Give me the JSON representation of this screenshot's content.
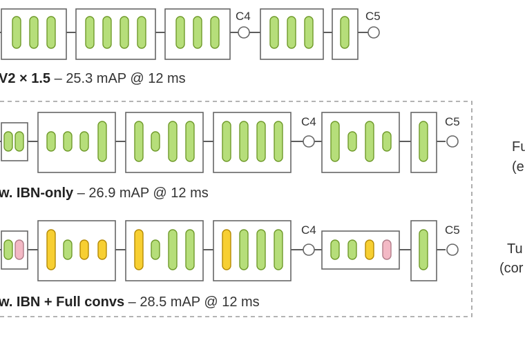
{
  "colors": {
    "ibn": "#b6de7a",
    "full_conv": "#f7cf32",
    "tucker": "#f3b9c5",
    "block_stroke": "#666666",
    "line": "#444444",
    "dashed_frame": "#9a9a9a"
  },
  "rows": [
    {
      "id": "mobilenetv2",
      "caption": {
        "model": "V2 × 1.5",
        "sep": " – ",
        "result": "25.3 mAP @ 12 ms"
      },
      "stage_labels": [
        "C4",
        "C5"
      ],
      "groups": [
        [
          "ibn",
          "ibn",
          "ibn"
        ],
        [
          "ibn",
          "ibn",
          "ibn",
          "ibn"
        ],
        [
          "ibn",
          "ibn",
          "ibn"
        ],
        [
          "ibn",
          "ibn",
          "ibn"
        ],
        [
          "ibn"
        ]
      ]
    },
    {
      "id": "ibn-only",
      "caption": {
        "model": "w. IBN-only",
        "sep": " – ",
        "result": "26.9 mAP @ 12 ms"
      },
      "stage_labels": [
        "C4",
        "C5"
      ],
      "groups": [
        [
          "ibn",
          "ibn"
        ],
        [
          "ibn",
          "ibn",
          "ibn",
          "ibn"
        ],
        [
          "ibn",
          "ibn",
          "ibn",
          "ibn"
        ],
        [
          "ibn",
          "ibn",
          "ibn",
          "ibn"
        ],
        [
          "ibn",
          "ibn",
          "ibn",
          "ibn"
        ],
        [
          "ibn"
        ]
      ]
    },
    {
      "id": "ibn-full",
      "caption": {
        "model": "w. IBN + Full convs",
        "sep": " – ",
        "result": "28.5 mAP @ 12 ms"
      },
      "stage_labels": [
        "C4",
        "C5"
      ],
      "groups": [
        [
          "ibn",
          "tucker"
        ],
        [
          "full_conv",
          "ibn",
          "full_conv",
          "full_conv"
        ],
        [
          "full_conv",
          "ibn",
          "ibn",
          "ibn"
        ],
        [
          "full_conv",
          "ibn",
          "ibn",
          "ibn"
        ],
        [
          "ibn",
          "ibn",
          "full_conv",
          "tucker"
        ],
        [
          "ibn"
        ]
      ]
    }
  ],
  "side_labels": [
    "Fu",
    "(e",
    "Tu",
    "(cor"
  ]
}
